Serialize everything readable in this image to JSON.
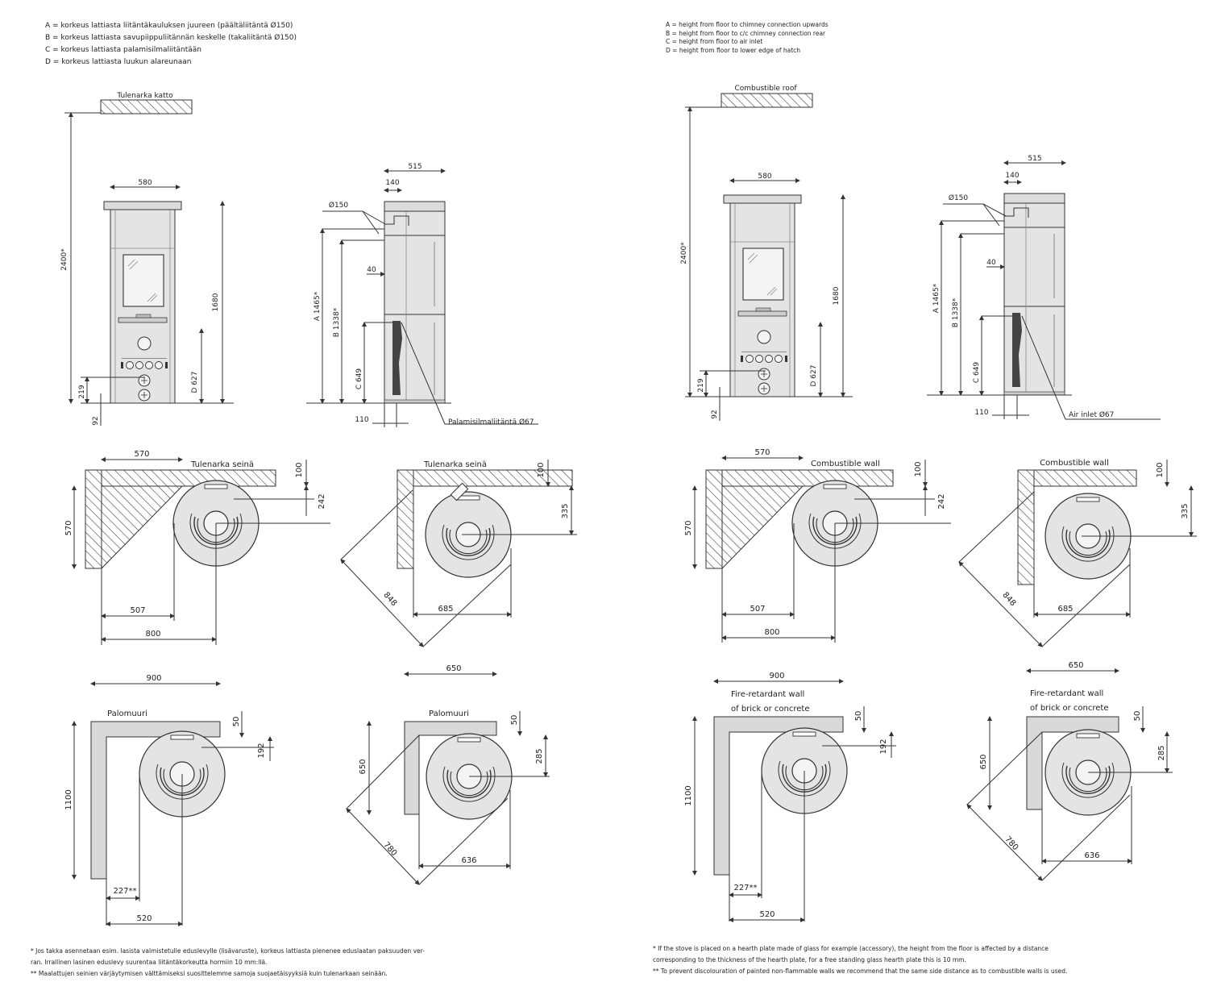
{
  "fi": {
    "legend": [
      "A = korkeus lattiasta liitäntäkauluksen juureen (päältäliitäntä Ø150)",
      "B = korkeus lattiasta savupiippuliitännän keskelle (takaliitäntä Ø150)",
      "C = korkeus lattiasta palamisilmaliitäntään",
      "D = korkeus lattiasta luukun alareunaan"
    ],
    "roof": "Tulenarka katto",
    "inlet": "Palamisilmaliitäntä Ø67",
    "wall": "Tulenarka seinä",
    "firewall": "Palomuuri",
    "A": "A 1465*",
    "B": "B 1338*",
    "C": "C 649",
    "D": "D 627",
    "footnotes": [
      "*   Jos takka asennetaan esim. lasista valmistetulle eduslevylle (lisävaruste), korkeus lattiasta pienenee eduslaatan paksuuden ver-",
      "     ran. Irrallinen lasinen eduslevy suurentaa liitäntäkorkeutta hormiin 10 mm:llä.",
      "**  Maalattujen seinien värjäytymisen välttämiseksi suosittelemme samoja suojaetäisyyksiä kuin tulenarkaan seinään."
    ]
  },
  "en": {
    "legend": [
      "A =  height from floor to chimney connection upwards",
      "B =  height from floor to c/c chimney connection rear",
      "C =  height from floor to air inlet",
      "D =  height from floor to lower edge of hatch"
    ],
    "roof": "Combustible roof",
    "inlet": "Air inlet Ø67",
    "wall": "Combustible wall",
    "firewall_1": "Fire-retardant wall",
    "firewall_2": "of brick or concrete",
    "A": "A 1465*",
    "B": "B 1338*",
    "C": "C 649",
    "D": "D 627",
    "footnotes": [
      "*   If the stove is placed on a hearth plate made of glass for example (accessory), the height from the floor is affected by a distance",
      "     corresponding to the thickness of the hearth plate, for a free standing glass hearth plate this is 10 mm.",
      "**  To prevent discolouration of painted non-flammable walls we recommend that the same side distance as to combustible walls is used."
    ]
  },
  "dims": {
    "h2400": "2400*",
    "w580": "580",
    "h1680": "1680",
    "h219": "219",
    "h92": "92",
    "w515": "515",
    "w140": "140",
    "d150": "Ø150",
    "w40": "40",
    "w110": "110",
    "c570a": "570",
    "c570b": "570",
    "c100": "100",
    "c242": "242",
    "c507": "507",
    "c800": "800",
    "c335": "335",
    "c848": "848",
    "c685": "685",
    "f900": "900",
    "f50": "50",
    "f192": "192",
    "f1100": "1100",
    "f227": "227**",
    "f520": "520",
    "g650a": "650",
    "g650b": "650",
    "g285": "285",
    "g780": "780",
    "g636": "636"
  },
  "colors": {
    "stove": "#e4e4e4",
    "line": "#333333",
    "firewall": "#d9d9d9"
  }
}
